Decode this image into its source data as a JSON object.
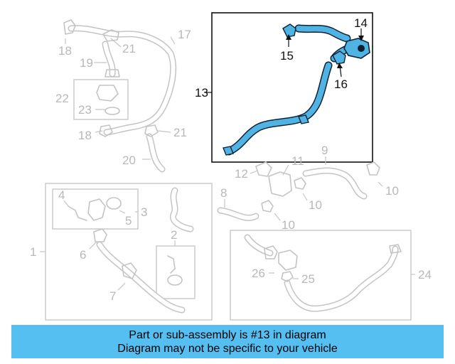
{
  "callouts": {
    "c1": "1",
    "c2": "2",
    "c3": "3",
    "c4": "4",
    "c5": "5",
    "c6": "6",
    "c7": "7",
    "c8": "8",
    "c9": "9",
    "c10a": "10",
    "c10b": "10",
    "c10c": "10",
    "c11": "11",
    "c12": "12",
    "c13": "13",
    "c14": "14",
    "c15": "15",
    "c16": "16",
    "c17": "17",
    "c18a": "18",
    "c18b": "18",
    "c19": "19",
    "c20": "20",
    "c21a": "21",
    "c21b": "21",
    "c22": "22",
    "c23": "23",
    "c24": "24",
    "c25": "25",
    "c26": "26"
  },
  "banner": {
    "line1": "Part or sub-assembly is #13 in diagram",
    "line2": "Diagram may not be specific to your vehicle"
  },
  "colors": {
    "highlight_part": "#4fb3e3",
    "banner": "#55bff2",
    "ghost": "#c4c4c4"
  }
}
